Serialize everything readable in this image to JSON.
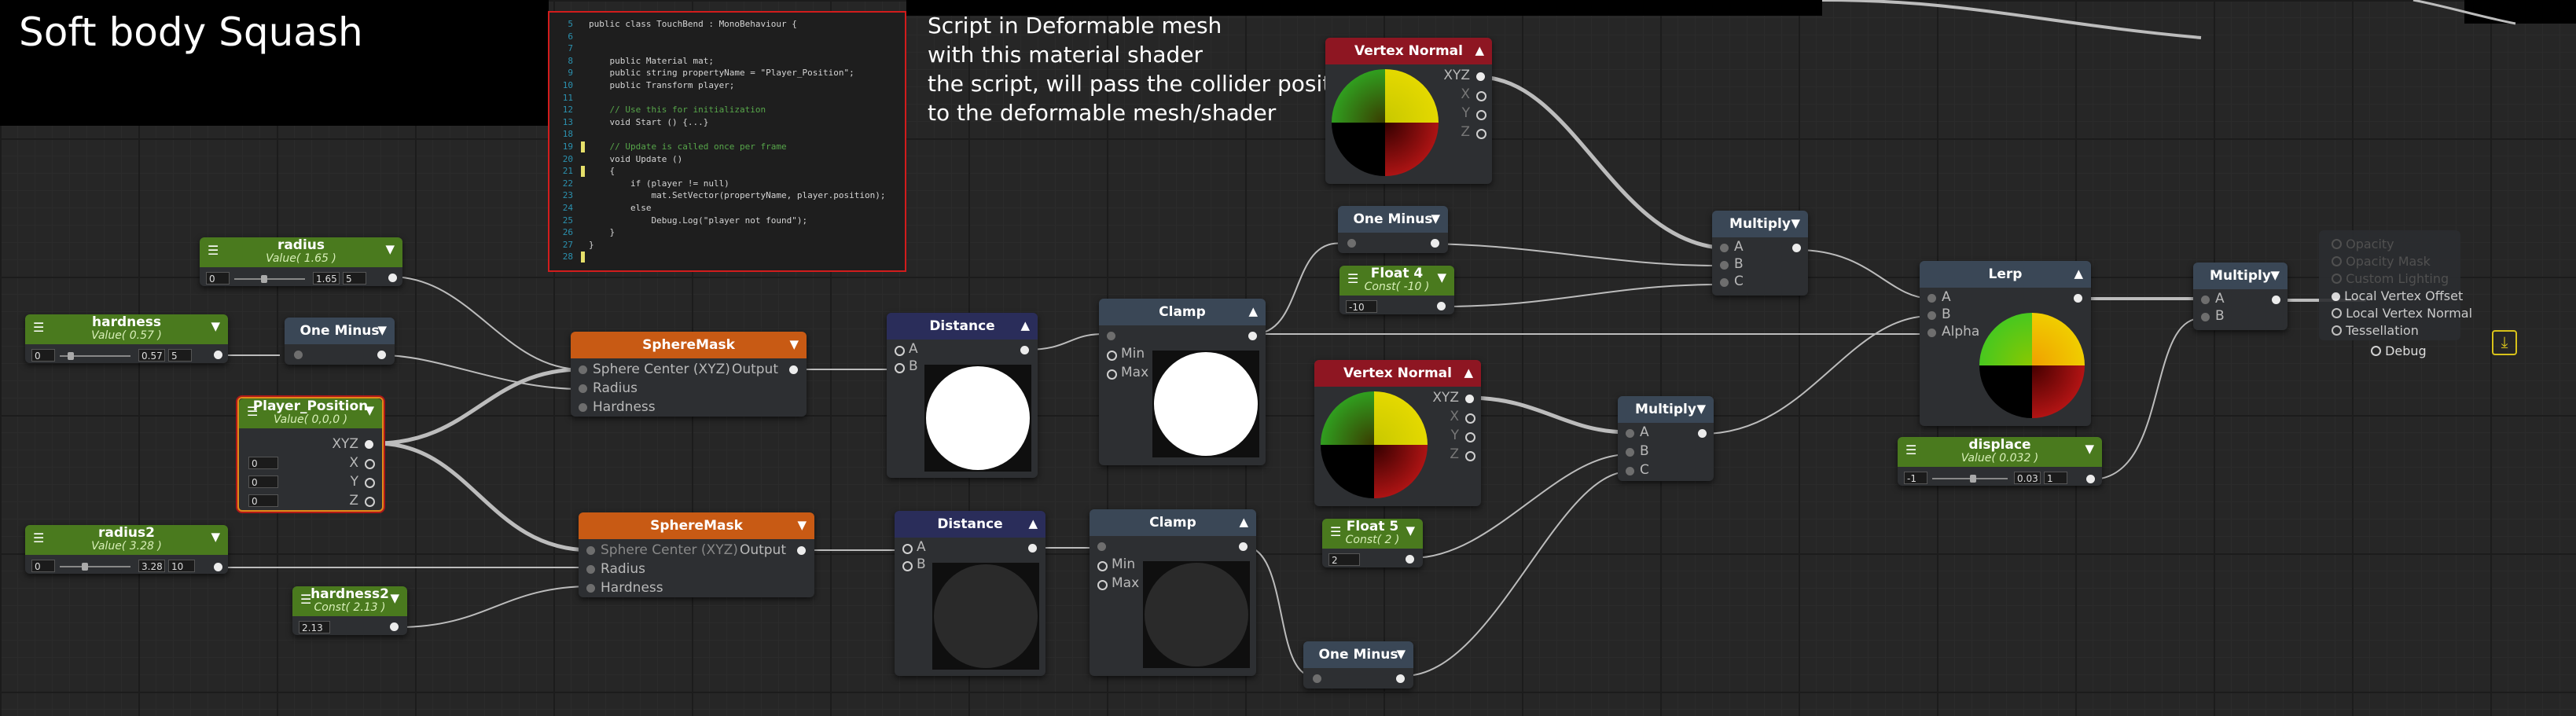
{
  "title": "Soft body Squash",
  "note": [
    "Script in Deformable mesh",
    "with this material shader",
    "the script, will pass the collider position",
    "to the deformable mesh/shader"
  ],
  "code": [
    {
      "n": "5",
      "t": "public class TouchBend : MonoBehaviour {"
    },
    {
      "n": "6",
      "t": ""
    },
    {
      "n": "7",
      "t": ""
    },
    {
      "n": "8",
      "t": "    public Material mat;"
    },
    {
      "n": "9",
      "t": "    public string propertyName = \"Player_Position\";"
    },
    {
      "n": "10",
      "t": "    public Transform player;"
    },
    {
      "n": "11",
      "t": ""
    },
    {
      "n": "12",
      "t": "    // Use this for initialization"
    },
    {
      "n": "13",
      "t": "    void Start () {...}"
    },
    {
      "n": "18",
      "t": ""
    },
    {
      "n": "19",
      "t": "    // Update is called once per frame"
    },
    {
      "n": "20",
      "t": "    void Update ()"
    },
    {
      "n": "21",
      "t": "    {"
    },
    {
      "n": "22",
      "t": "        if (player != null)"
    },
    {
      "n": "23",
      "t": "            mat.SetVector(propertyName, player.position);"
    },
    {
      "n": "24",
      "t": "        else"
    },
    {
      "n": "25",
      "t": "            Debug.Log(\"player not found\");"
    },
    {
      "n": "26",
      "t": "    }"
    },
    {
      "n": "27",
      "t": "}"
    },
    {
      "n": "28",
      "t": ""
    }
  ],
  "nodes": {
    "radius": {
      "name": "radius",
      "sub": "Value( 1.65 )",
      "min": "0",
      "cur": "1.65",
      "max": "5"
    },
    "hardness": {
      "name": "hardness",
      "sub": "Value( 0.57 )",
      "min": "0",
      "cur": "0.57",
      "max": "5"
    },
    "player": {
      "name": "Player_Position",
      "sub": "Value( 0,0,0 )",
      "xyz": "XYZ",
      "x": "X",
      "y": "Y",
      "z": "Z",
      "v": "0"
    },
    "radius2": {
      "name": "radius2",
      "sub": "Value( 3.28 )",
      "min": "0",
      "cur": "3.28",
      "max": "10"
    },
    "hardness2": {
      "name": "hardness2",
      "sub": "Const( 2.13 )",
      "val": "2.13"
    },
    "oneminus1": {
      "name": "One Minus"
    },
    "spheremask1": {
      "name": "SphereMask",
      "center": "Sphere Center (XYZ)",
      "radius": "Radius",
      "hardness": "Hardness",
      "output": "Output"
    },
    "spheremask2": {
      "name": "SphereMask",
      "center": "Sphere Center (XYZ)",
      "radius": "Radius",
      "hardness": "Hardness",
      "output": "Output"
    },
    "distance1": {
      "name": "Distance",
      "a": "A",
      "b": "B"
    },
    "distance2": {
      "name": "Distance",
      "a": "A",
      "b": "B"
    },
    "clamp1": {
      "name": "Clamp",
      "min": "Min",
      "max": "Max"
    },
    "clamp2": {
      "name": "Clamp",
      "min": "Min",
      "max": "Max"
    },
    "vertexnormal1": {
      "name": "Vertex Normal",
      "xyz": "XYZ",
      "x": "X",
      "y": "Y",
      "z": "Z"
    },
    "vertexnormal2": {
      "name": "Vertex Normal",
      "xyz": "XYZ",
      "x": "X",
      "y": "Y",
      "z": "Z"
    },
    "oneminus2": {
      "name": "One Minus"
    },
    "oneminus3": {
      "name": "One Minus"
    },
    "float4": {
      "name": "Float 4",
      "sub": "Const( -10 )",
      "val": "-10"
    },
    "float5": {
      "name": "Float 5",
      "sub": "Const( 2 )",
      "val": "2"
    },
    "multiply1": {
      "name": "Multiply",
      "a": "A",
      "b": "B",
      "c": "C"
    },
    "multiply2": {
      "name": "Multiply",
      "a": "A",
      "b": "B",
      "c": "C"
    },
    "multiply3": {
      "name": "Multiply",
      "a": "A",
      "b": "B"
    },
    "lerp": {
      "name": "Lerp",
      "a": "A",
      "b": "B",
      "alpha": "Alpha"
    },
    "displace": {
      "name": "displace",
      "sub": "Value( 0.032 )",
      "min": "-1",
      "cur": "0.03",
      "max": "1"
    }
  },
  "output": [
    "Opacity",
    "Opacity Mask",
    "Custom Lighting",
    "Local Vertex Offset",
    "Local Vertex Normal",
    "Tessellation",
    "Debug"
  ]
}
